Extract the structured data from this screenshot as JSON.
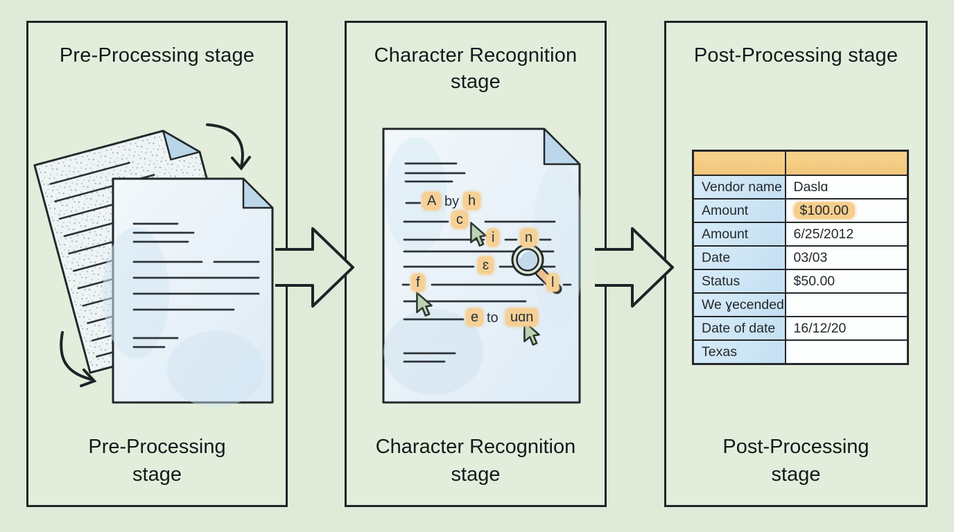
{
  "panels": {
    "pre": {
      "title": "Pre-Processing stage",
      "footer": "Pre-Processing stage"
    },
    "rec": {
      "title": "Character Recognition stage",
      "footer": "Character Recognition stage"
    },
    "post": {
      "title": "Post-Processing stage",
      "footer": "Post-Processing stage"
    }
  },
  "recognition_doc": {
    "row1": {
      "chip1": "A",
      "word": "by",
      "chip2": "h"
    },
    "row2": {
      "chip1": "c"
    },
    "row3": {
      "chip1": "i",
      "chip2": "n"
    },
    "row5": {
      "chip1": "ɛ"
    },
    "row6": {
      "chip1": "f",
      "chip2": "l"
    },
    "row8": {
      "chip1": "e",
      "word": "to",
      "chip2": "uɑn"
    }
  },
  "table": {
    "rows": [
      {
        "label": "Vendor name",
        "value": "Daslɑ",
        "highlight": false
      },
      {
        "label": "Amount",
        "value": "$100.00",
        "highlight": true
      },
      {
        "label": "Amount",
        "value": "6/25/2012",
        "highlight": false
      },
      {
        "label": "Date",
        "value": "03/03",
        "highlight": false
      },
      {
        "label": "Status",
        "value": "$50.00",
        "highlight": false
      },
      {
        "label": "We ɣecended",
        "value": "",
        "highlight": false
      },
      {
        "label": "Date of date",
        "value": "16/12/20",
        "highlight": false
      },
      {
        "label": "Texas",
        "value": "",
        "highlight": false
      }
    ]
  },
  "colors": {
    "background": "#dfebd8",
    "panel_border": "#1f2427",
    "chip_orange": "#f6d095",
    "table_header_orange": "#f4ca80",
    "table_label_blue": "#cde5f5",
    "paper_blue": "#e8f1f8",
    "fold_blue": "#b9d5e8",
    "cursor_green": "#b9d3b3",
    "magnifier_handle": "#e9c290"
  }
}
